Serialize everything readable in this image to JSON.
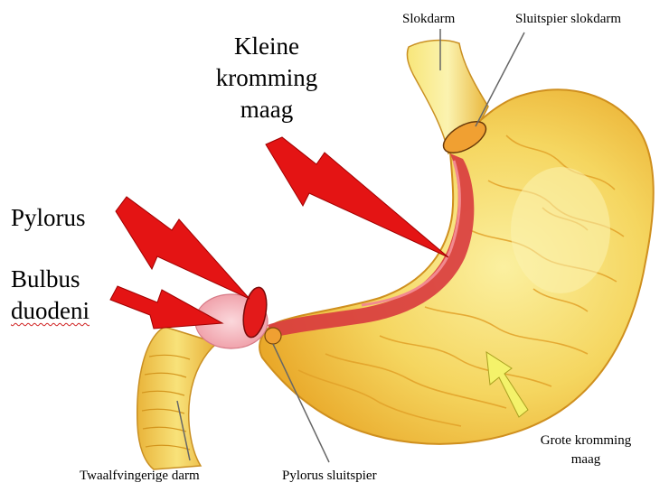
{
  "labels": {
    "slokdarm": "Slokdarm",
    "sluitspier_slokdarm": "Sluitspier  slokdarm",
    "kleine_kromming": [
      "Kleine",
      "kromming",
      "maag"
    ],
    "pylorus": "Pylorus",
    "bulbus": [
      "Bulbus",
      "duodeni"
    ],
    "grote_kromming": [
      "Grote kromming",
      "maag"
    ],
    "twaalfvingerige": "Twaalfvingerige  darm",
    "pylorus_sluitspier": "Pylorus sluitspier"
  },
  "colors": {
    "stomach_fill": "#f3c43a",
    "stomach_light": "#f9e889",
    "lesser_curvature": "#d8323a",
    "arrow_red": "#e41414",
    "arrow_yellow": "#f4f26a",
    "sphincter_orange": "#f0a032",
    "duodenum_bulb": "#f3a8b0"
  }
}
